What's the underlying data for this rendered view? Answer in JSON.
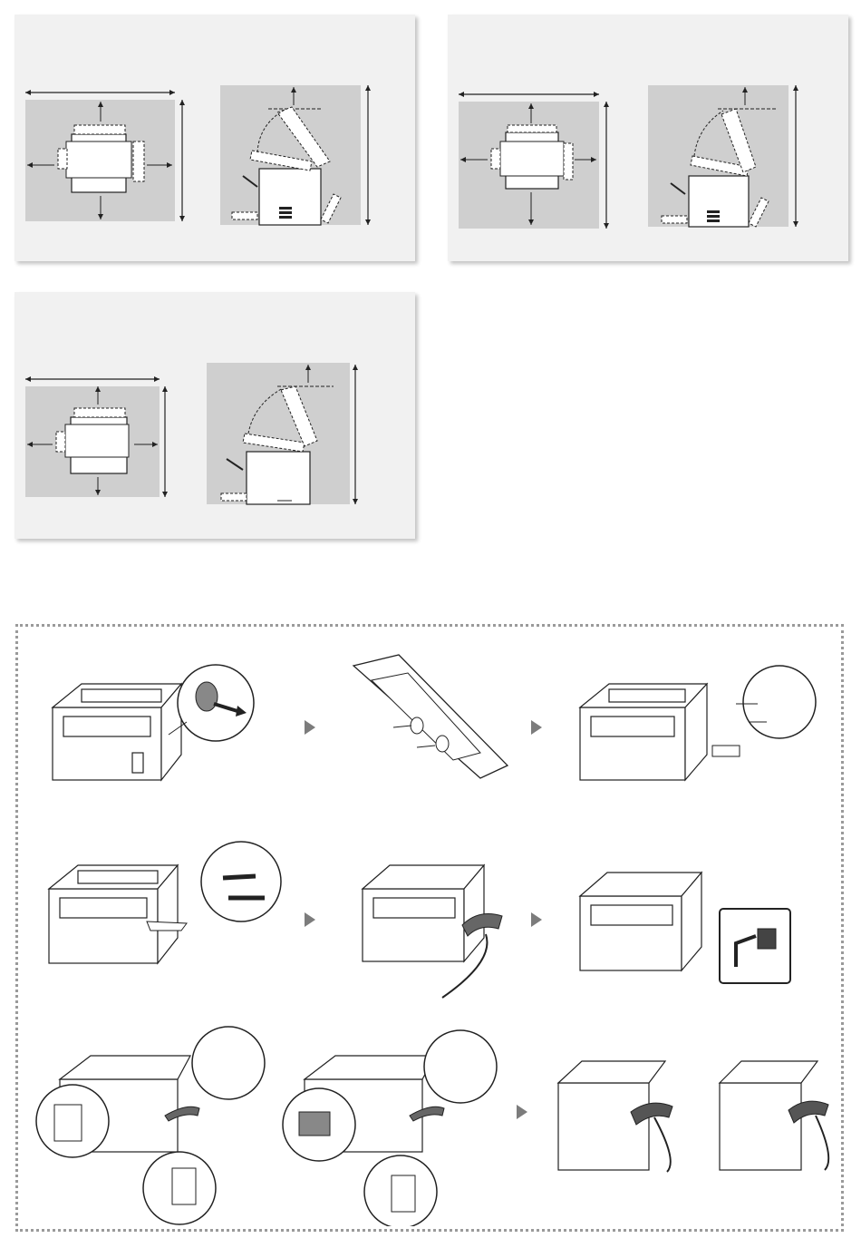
{
  "document": {
    "installation_space_panels": [
      {
        "id": "panel-a",
        "views": [
          "top-view",
          "side-view"
        ]
      },
      {
        "id": "panel-b",
        "views": [
          "top-view",
          "side-view"
        ]
      },
      {
        "id": "panel-c",
        "views": [
          "top-view",
          "side-view"
        ]
      }
    ],
    "handset_steps": {
      "rows": 3,
      "next_marker": "▶"
    }
  },
  "colors": {
    "panel_bg": "#f1f1f1",
    "clearance_area": "#cfcfcf",
    "line": "#222222",
    "arrow": "#7c7c7c",
    "frame": "#9a9a9a"
  }
}
